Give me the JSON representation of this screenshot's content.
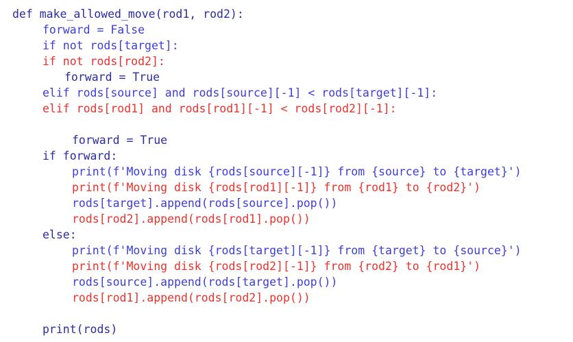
{
  "colors": {
    "dark": "#2b2ba0",
    "blue": "#3d3dd8",
    "red": "#e8322b",
    "background": "#ffffff"
  },
  "code_lines": [
    "def make_allowed_move(rod1, rod2):",
    "forward = False",
    "if not rods[target]:",
    "if not rods[rod2]:",
    "forward = True",
    "elif rods[source] and rods[source][-1] < rods[target][-1]:",
    "elif rods[rod1] and rods[rod1][-1] < rods[rod2][-1]:",
    "",
    "forward = True",
    "if forward:",
    "print(f'Moving disk {rods[source][-1]} from {source} to {target}')",
    "print(f'Moving disk {rods[rod1][-1]} from {rod1} to {rod2}')",
    "rods[target].append(rods[source].pop())",
    "rods[rod2].append(rods[rod1].pop())",
    "else:",
    "print(f'Moving disk {rods[target][-1]} from {target} to {source}')",
    "print(f'Moving disk {rods[rod2][-1]} from {rod2} to {rod1}')",
    "rods[source].append(rods[target].pop())",
    "rods[rod1].append(rods[rod2].pop())",
    "",
    "print(rods)"
  ]
}
